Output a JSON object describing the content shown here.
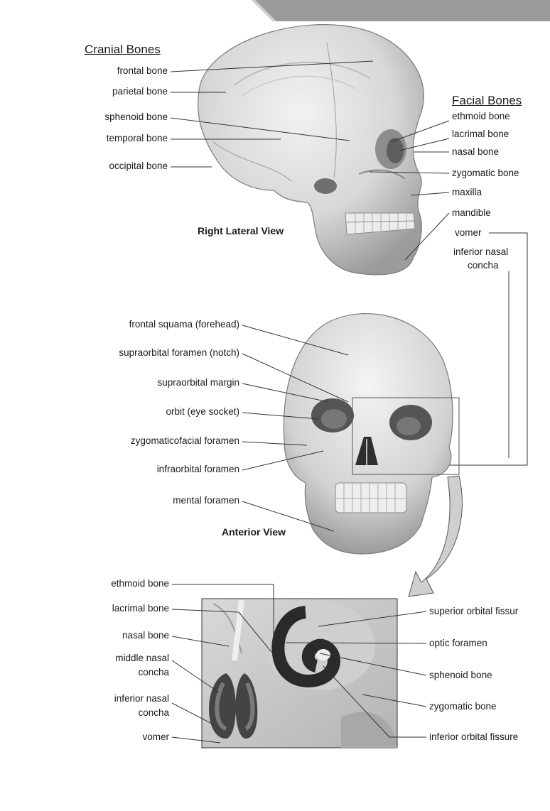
{
  "cranial": {
    "heading": "Cranial Bones",
    "labels": [
      "frontal bone",
      "parietal bone",
      "sphenoid bone",
      "temporal bone",
      "occipital bone"
    ]
  },
  "facial": {
    "heading": "Facial Bones",
    "labels": [
      "ethmoid bone",
      "lacrimal bone",
      "nasal bone",
      "zygomatic bone",
      "maxilla",
      "mandible",
      "vomer"
    ],
    "concha_line1": "inferior nasal",
    "concha_line2": "concha"
  },
  "lateral_view": "Right Lateral View",
  "anterior": {
    "labels": [
      "frontal squama (forehead)",
      "supraorbital foramen (notch)",
      "supraorbital margin",
      "orbit (eye socket)",
      "zygomaticofacial foramen",
      "infraorbital foramen",
      "mental foramen"
    ],
    "view": "Anterior View"
  },
  "detail": {
    "left": {
      "ethmoid": "ethmoid bone",
      "lacrimal": "lacrimal bone",
      "nasal": "nasal bone",
      "middle_l1": "middle nasal",
      "middle_l2": "concha",
      "inferior_l1": "inferior nasal",
      "inferior_l2": "concha",
      "vomer": "vomer"
    },
    "right": [
      "superior orbital fissur",
      "optic foramen",
      "sphenoid bone",
      "zygomatic bone",
      "inferior orbital fissure"
    ]
  }
}
